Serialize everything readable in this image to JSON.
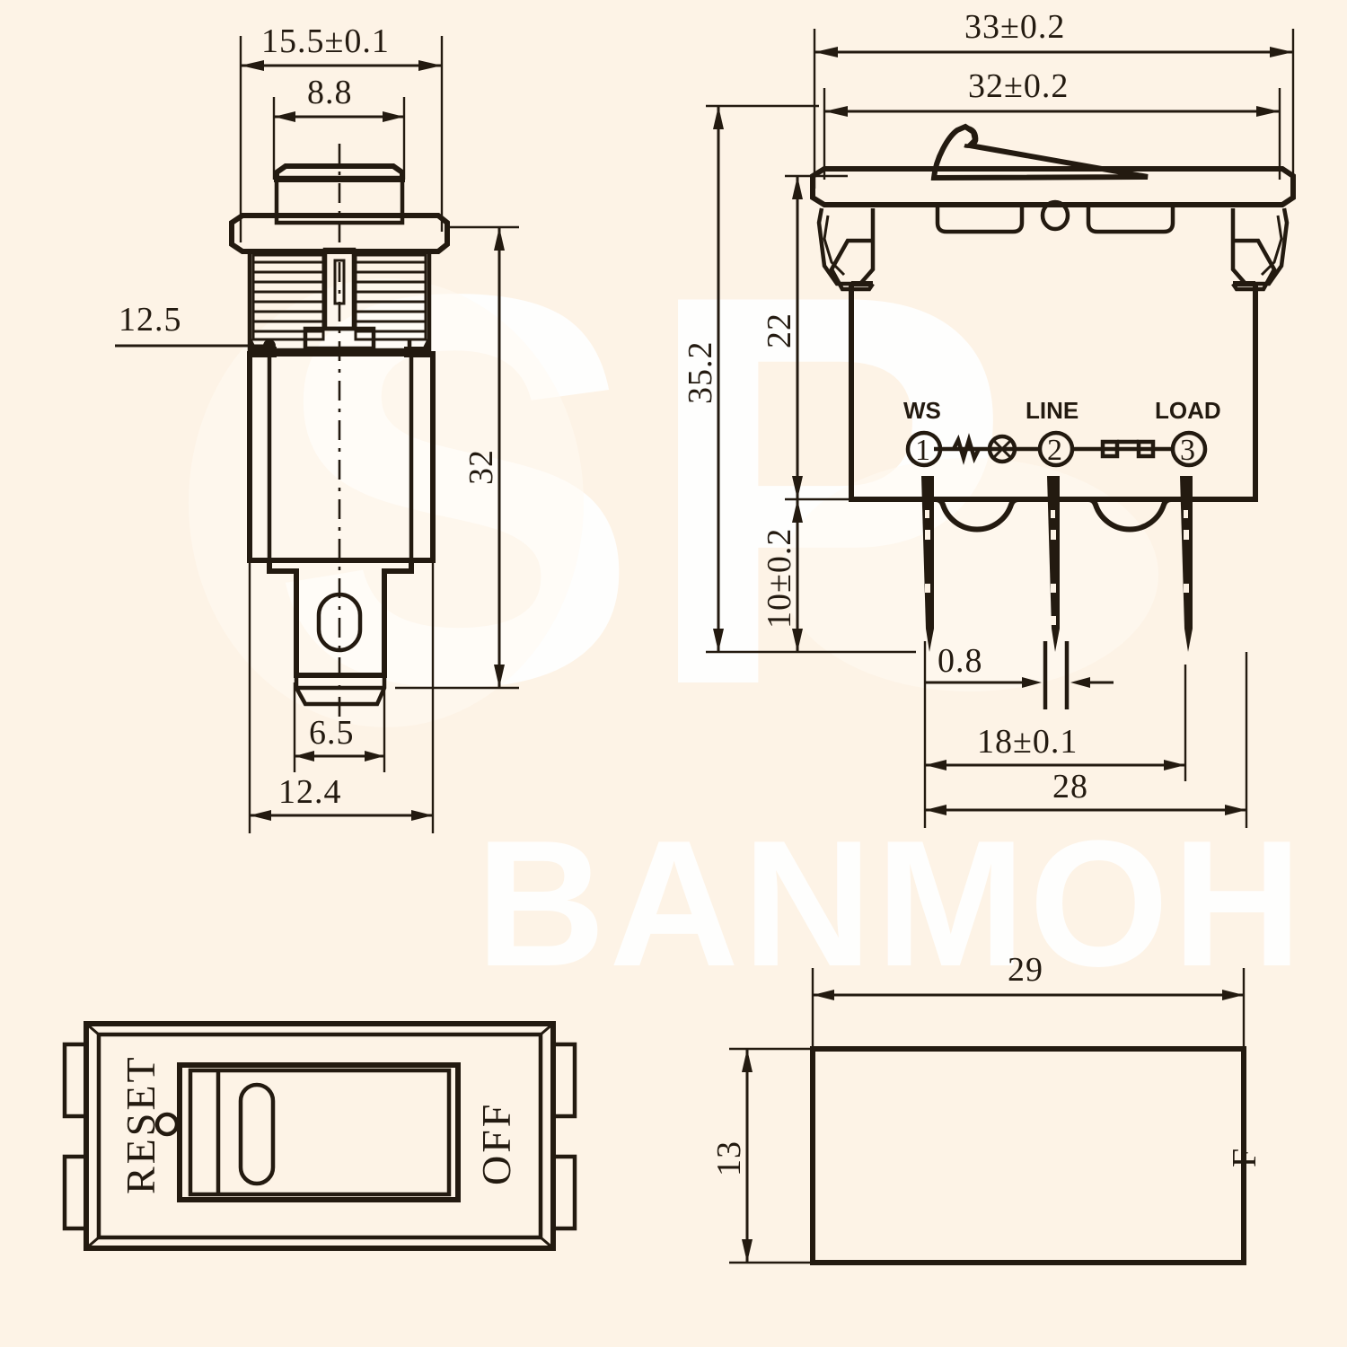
{
  "drawing": {
    "title": "Rocker switch circuit breaker outline drawing",
    "background_color": "#fdf3e6",
    "line_color": "#231a10",
    "watermark_color": "#ffffff"
  },
  "watermark": {
    "top_text": "SP",
    "bottom_text": "BANMOH"
  },
  "views": {
    "front_section": {
      "name": "front-section-view",
      "dimensions": {
        "bezel_width": "15.5±0.1",
        "cap_width": "8.8",
        "flange_callout": "12.5",
        "overall_height": "32",
        "terminal_width": "6.5",
        "body_width": "12.4"
      }
    },
    "side_section": {
      "name": "side-section-view",
      "dimensions": {
        "outer_width": "33±0.2",
        "bezel_width": "32±0.2",
        "overall_height": "35.2",
        "body_height": "22",
        "terminal_length": "10±0.2",
        "blade_thickness": "0.8",
        "terminal_pitch": "18±0.1",
        "terminal_span": "28"
      },
      "schematic": {
        "terminals": [
          {
            "number": "1",
            "label": "WS"
          },
          {
            "number": "2",
            "label": "LINE"
          },
          {
            "number": "3",
            "label": "LOAD"
          }
        ],
        "elements": [
          "resistor",
          "lamp",
          "switch-contact"
        ]
      }
    },
    "top_view": {
      "name": "top-plan-view",
      "labels": {
        "left": "RESET",
        "right": "OFF"
      }
    },
    "panel_cutout": {
      "name": "panel-cutout-view",
      "dimensions": {
        "width": "29",
        "height": "13"
      },
      "edge_mark": "F"
    }
  }
}
